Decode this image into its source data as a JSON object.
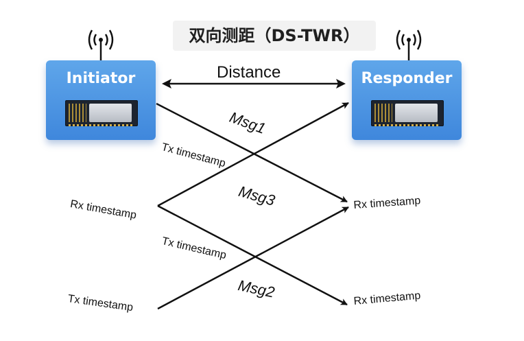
{
  "title": "双向测距（DS-TWR）",
  "initiator": {
    "label": "Initiator"
  },
  "responder": {
    "label": "Responder"
  },
  "distance_label": "Distance",
  "messages": {
    "msg1": "Msg1",
    "msg2": "Msg2",
    "msg3": "Msg3"
  },
  "timestamps": {
    "initiator_tx_1": "Tx timestamp",
    "initiator_rx": "Rx timestamp",
    "initiator_tx_2": "Tx timestamp",
    "initiator_tx_3": "Tx timestamp",
    "responder_rx_1": "Rx timestamp",
    "responder_rx_2": "Rx timestamp"
  },
  "colors": {
    "device_fill": "#4a90e2",
    "arrow": "#111111",
    "title_bg": "#f2f2f2"
  }
}
